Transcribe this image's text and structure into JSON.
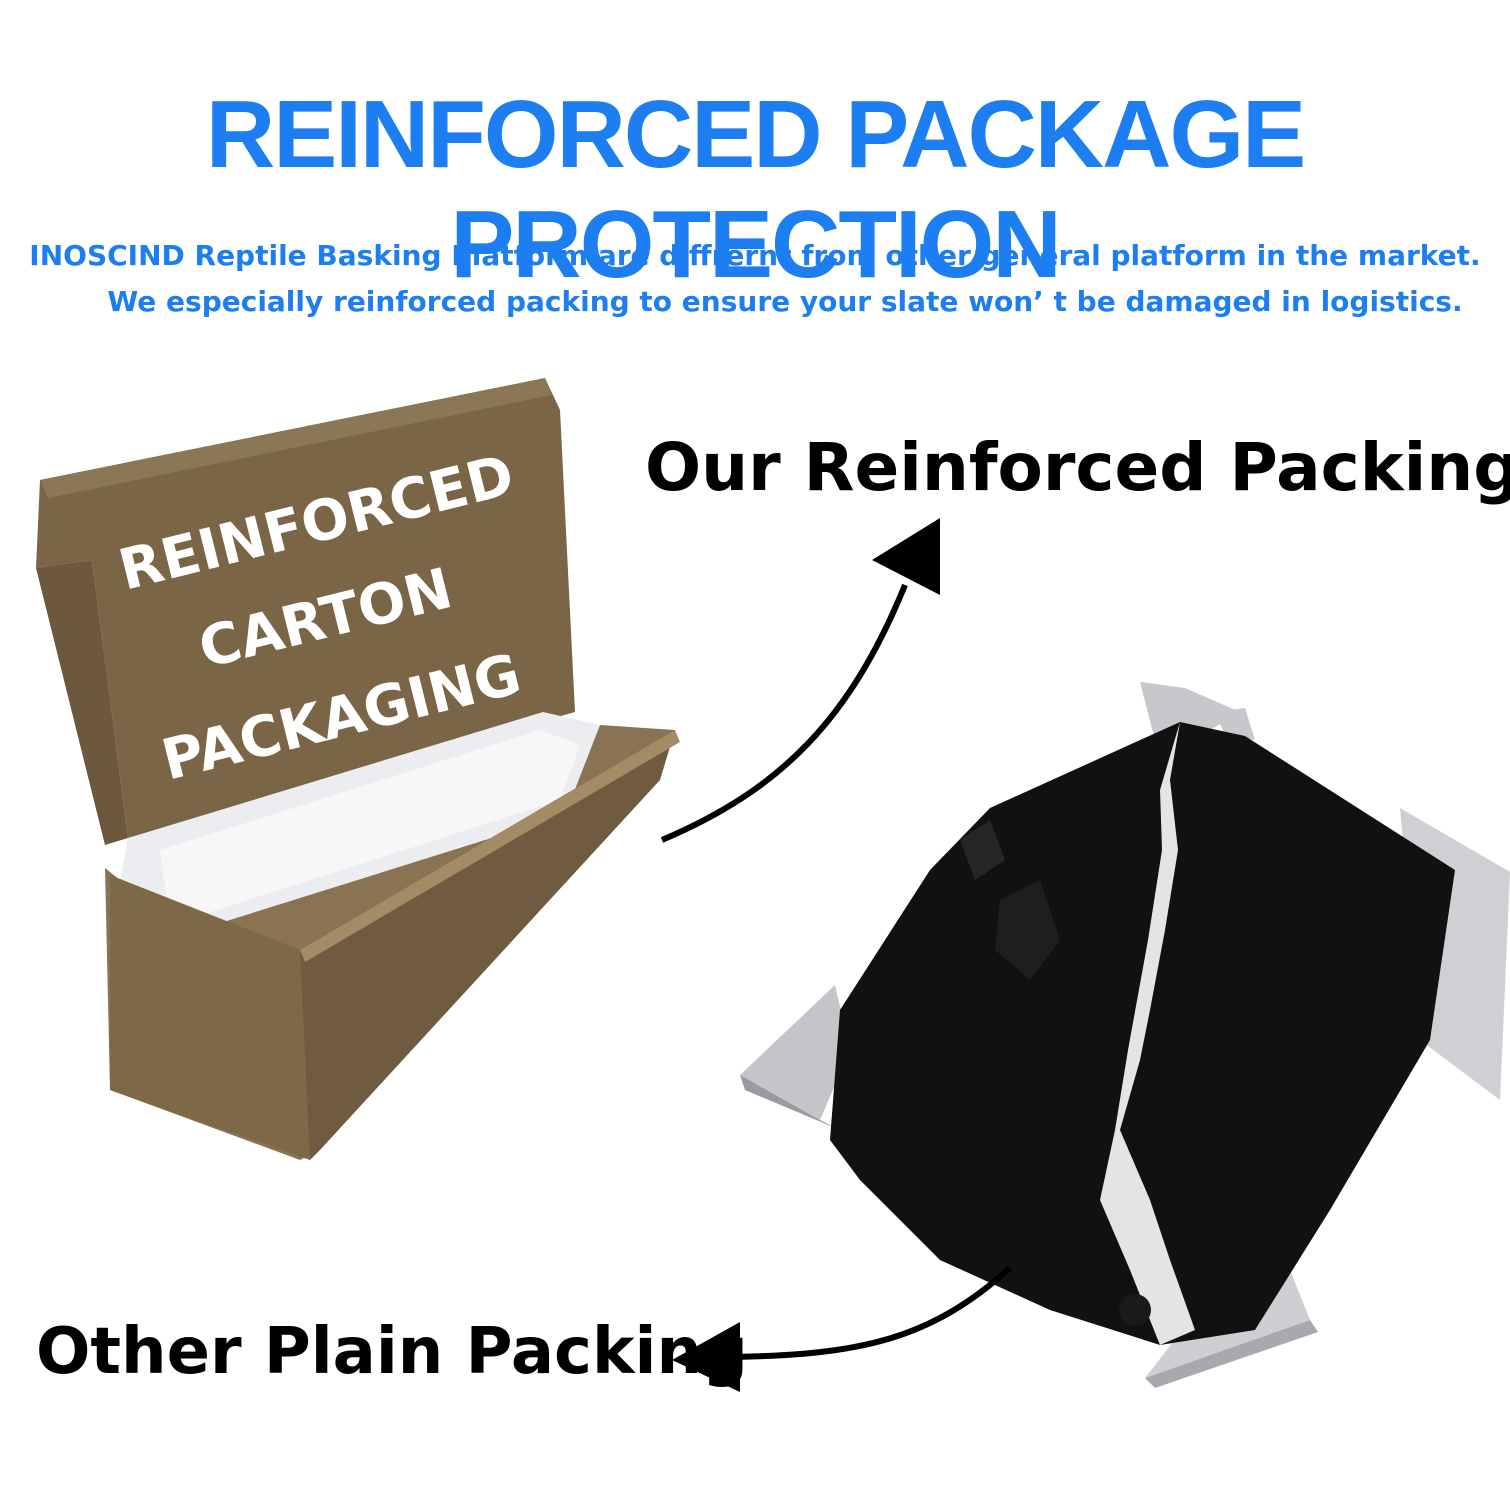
{
  "header": {
    "title": "REINFORCED PACKAGE PROTECTION",
    "subtitle_line1": "INOSCIND Reptile Basking Platform are diffrernt from other general platform in the market.",
    "subtitle_line2": "We especially reinforced packing to ensure your slate won’ t be damaged in logistics."
  },
  "carton": {
    "lid_text_line1": "REINFORCED",
    "lid_text_line2": "CARTON",
    "lid_text_line3": "PACKAGING"
  },
  "labels": {
    "ours": "Our Reinforced Packing",
    "other": "Other Plain Packing"
  },
  "colors": {
    "accent_blue": "#1c7ef0",
    "carton_brown": "#7a6647",
    "slate_black": "#111111"
  }
}
